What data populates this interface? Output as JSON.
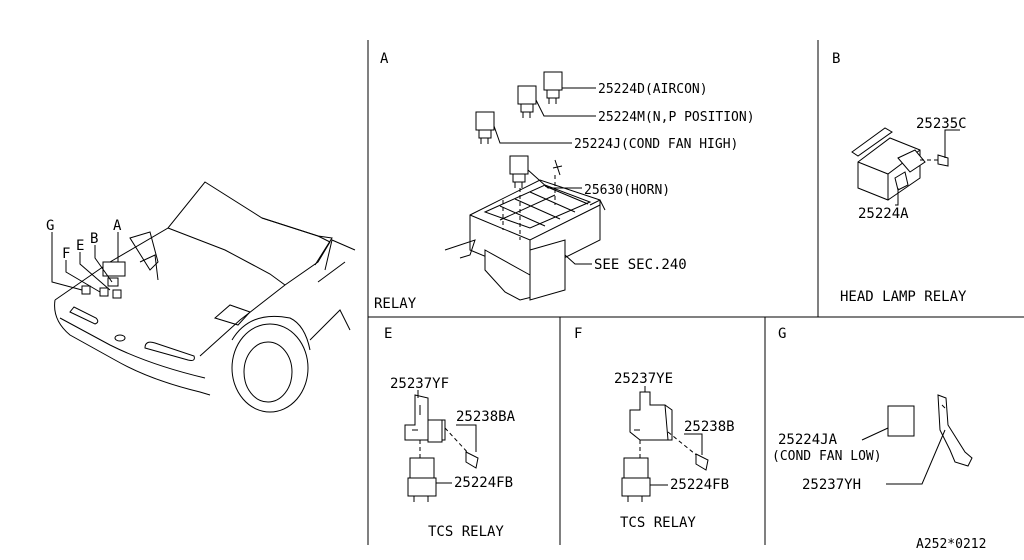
{
  "diagram": {
    "overview_labels": {
      "g": "G",
      "f": "F",
      "e": "E",
      "b": "B",
      "a": "A"
    },
    "panel_a": {
      "letter": "A",
      "caption": "RELAY",
      "parts": [
        "25224D(AIRCON)",
        "25224M(N,P POSITION)",
        "25224J(COND FAN HIGH)",
        "25630(HORN)",
        "SEE SEC.240"
      ]
    },
    "panel_b": {
      "letter": "B",
      "caption": "HEAD LAMP RELAY",
      "parts": [
        "25235C",
        "25224A"
      ]
    },
    "panel_e": {
      "letter": "E",
      "caption": "TCS RELAY",
      "parts": [
        "25237YF",
        "25238BA",
        "25224FB"
      ]
    },
    "panel_f": {
      "letter": "F",
      "caption": "TCS RELAY",
      "parts": [
        "25237YE",
        "25238B",
        "25224FB"
      ]
    },
    "panel_g": {
      "letter": "G",
      "parts": [
        "25224JA",
        "(COND FAN LOW)",
        "25237YH"
      ]
    },
    "diagram_code": "A252*0212"
  }
}
